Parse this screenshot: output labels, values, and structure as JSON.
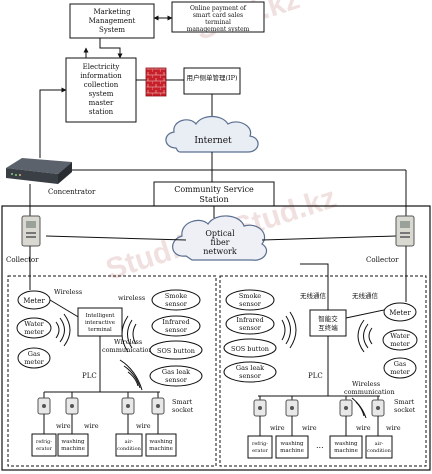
{
  "top": {
    "marketing": [
      "Marketing",
      "Management",
      "System"
    ],
    "online": [
      "Online payment of",
      "smart card sales",
      "terminal",
      "management system"
    ],
    "master": [
      "Electricity",
      "information",
      "collection",
      "system",
      "master",
      "station"
    ],
    "firewall_label": "用户侧单管理(IP)"
  },
  "network": {
    "internet": "Internet",
    "concentrator": "Concentrator",
    "community": [
      "Community Service",
      "Station"
    ],
    "optical": [
      "Optical",
      "fiber",
      "network"
    ],
    "collector_left": "Collector",
    "collector_right": "Collector"
  },
  "left": {
    "meter": "Meter",
    "wireless_top": "Wireless",
    "water": [
      "Water",
      "meter"
    ],
    "gas": [
      "Gas",
      "meter"
    ],
    "terminal": [
      "Intelligent",
      "interactive",
      "terminal"
    ],
    "wireless_mid": "wireless",
    "wireless_comm": [
      "Wireless",
      "communication"
    ],
    "sensors": [
      [
        "Smoke",
        "sensor"
      ],
      [
        "Infrared",
        "sensor"
      ],
      [
        "SOS button"
      ],
      [
        "Gas leak",
        "sensor"
      ]
    ],
    "plc": "PLC",
    "smart_socket": [
      "Smart",
      "socket"
    ],
    "wire": "wire",
    "appliances": [
      [
        "refrig-",
        "erator"
      ],
      [
        "washing",
        "machine"
      ],
      [
        "air-",
        "condition"
      ],
      [
        "washing",
        "machine"
      ]
    ]
  },
  "right": {
    "sensors": [
      [
        "Smoke",
        "sensor"
      ],
      [
        "Infrared",
        "sensor"
      ],
      [
        "SOS button"
      ],
      [
        "Gas leak",
        "sensor"
      ]
    ],
    "wireless_cn_1": "无线通信",
    "wireless_cn_2": "无线通信",
    "terminal": [
      "智能交",
      "互终端"
    ],
    "meter": "Meter",
    "water": [
      "Water",
      "meter"
    ],
    "gas": [
      "Gas",
      "meter"
    ],
    "plc": "PLC",
    "wireless_comm": [
      "Wireless",
      "communication"
    ],
    "smart_socket": [
      "Smart",
      "socket"
    ],
    "wire": "wire",
    "dots": "...",
    "appliances": [
      [
        "refrig-",
        "erator"
      ],
      [
        "washing",
        "machine"
      ],
      [
        "washing",
        "machine"
      ],
      [
        "air-",
        "condition"
      ]
    ]
  },
  "watermark": "Stud.kz - Stud.kz",
  "colors": {
    "firewall": "#c8202a",
    "cloud": "#5a6f90",
    "device": "#3a3f46"
  }
}
